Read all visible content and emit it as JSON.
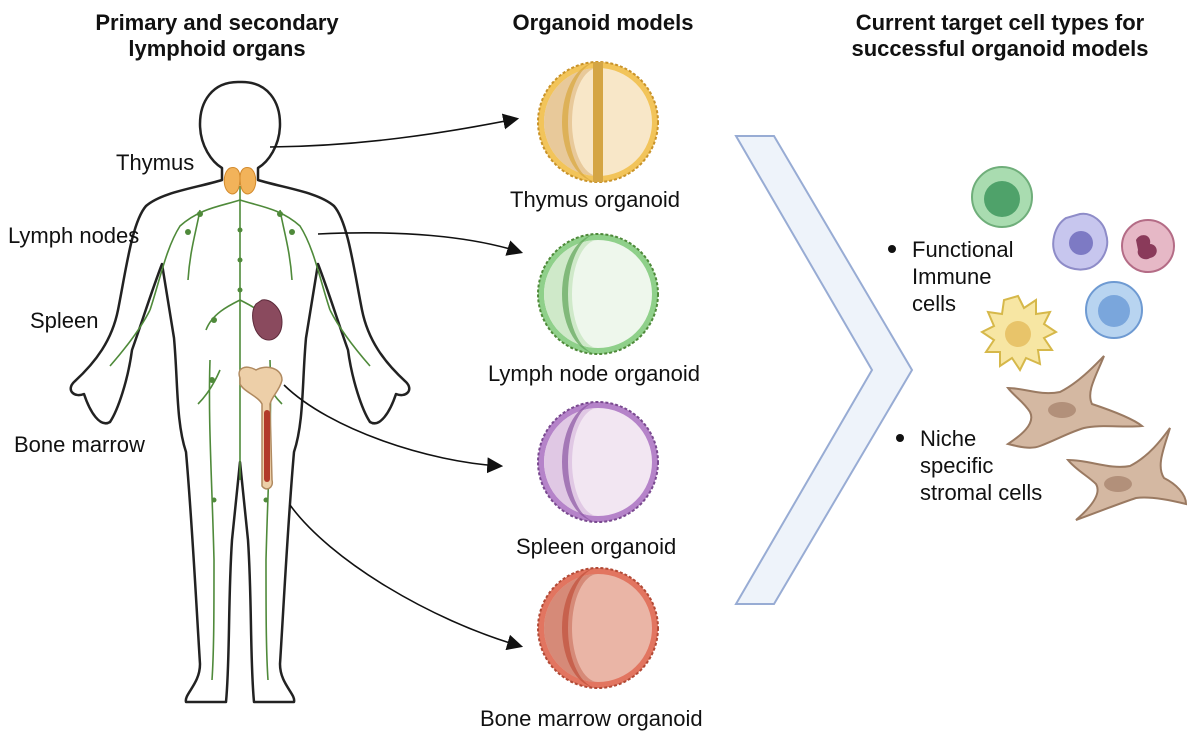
{
  "headers": {
    "left": [
      "Primary and secondary",
      "lymphoid organs"
    ],
    "middle": "Organoid models",
    "right": [
      "Current target cell types for",
      "successful organoid models"
    ]
  },
  "organs": [
    "Thymus",
    "Lymph nodes",
    "Spleen",
    "Bone marrow"
  ],
  "organoids": [
    {
      "label": "Thymus organoid",
      "color": "#f2c45a"
    },
    {
      "label": "Lymph node organoid",
      "color": "#8fd08a"
    },
    {
      "label": "Spleen organoid",
      "color": "#b583c9"
    },
    {
      "label": "Bone marrow organoid",
      "color": "#e27560"
    }
  ],
  "cell_types": {
    "functional": [
      "Functional",
      "Immune",
      "cells"
    ],
    "stromal": [
      "Niche",
      "specific",
      "stromal cells"
    ]
  }
}
